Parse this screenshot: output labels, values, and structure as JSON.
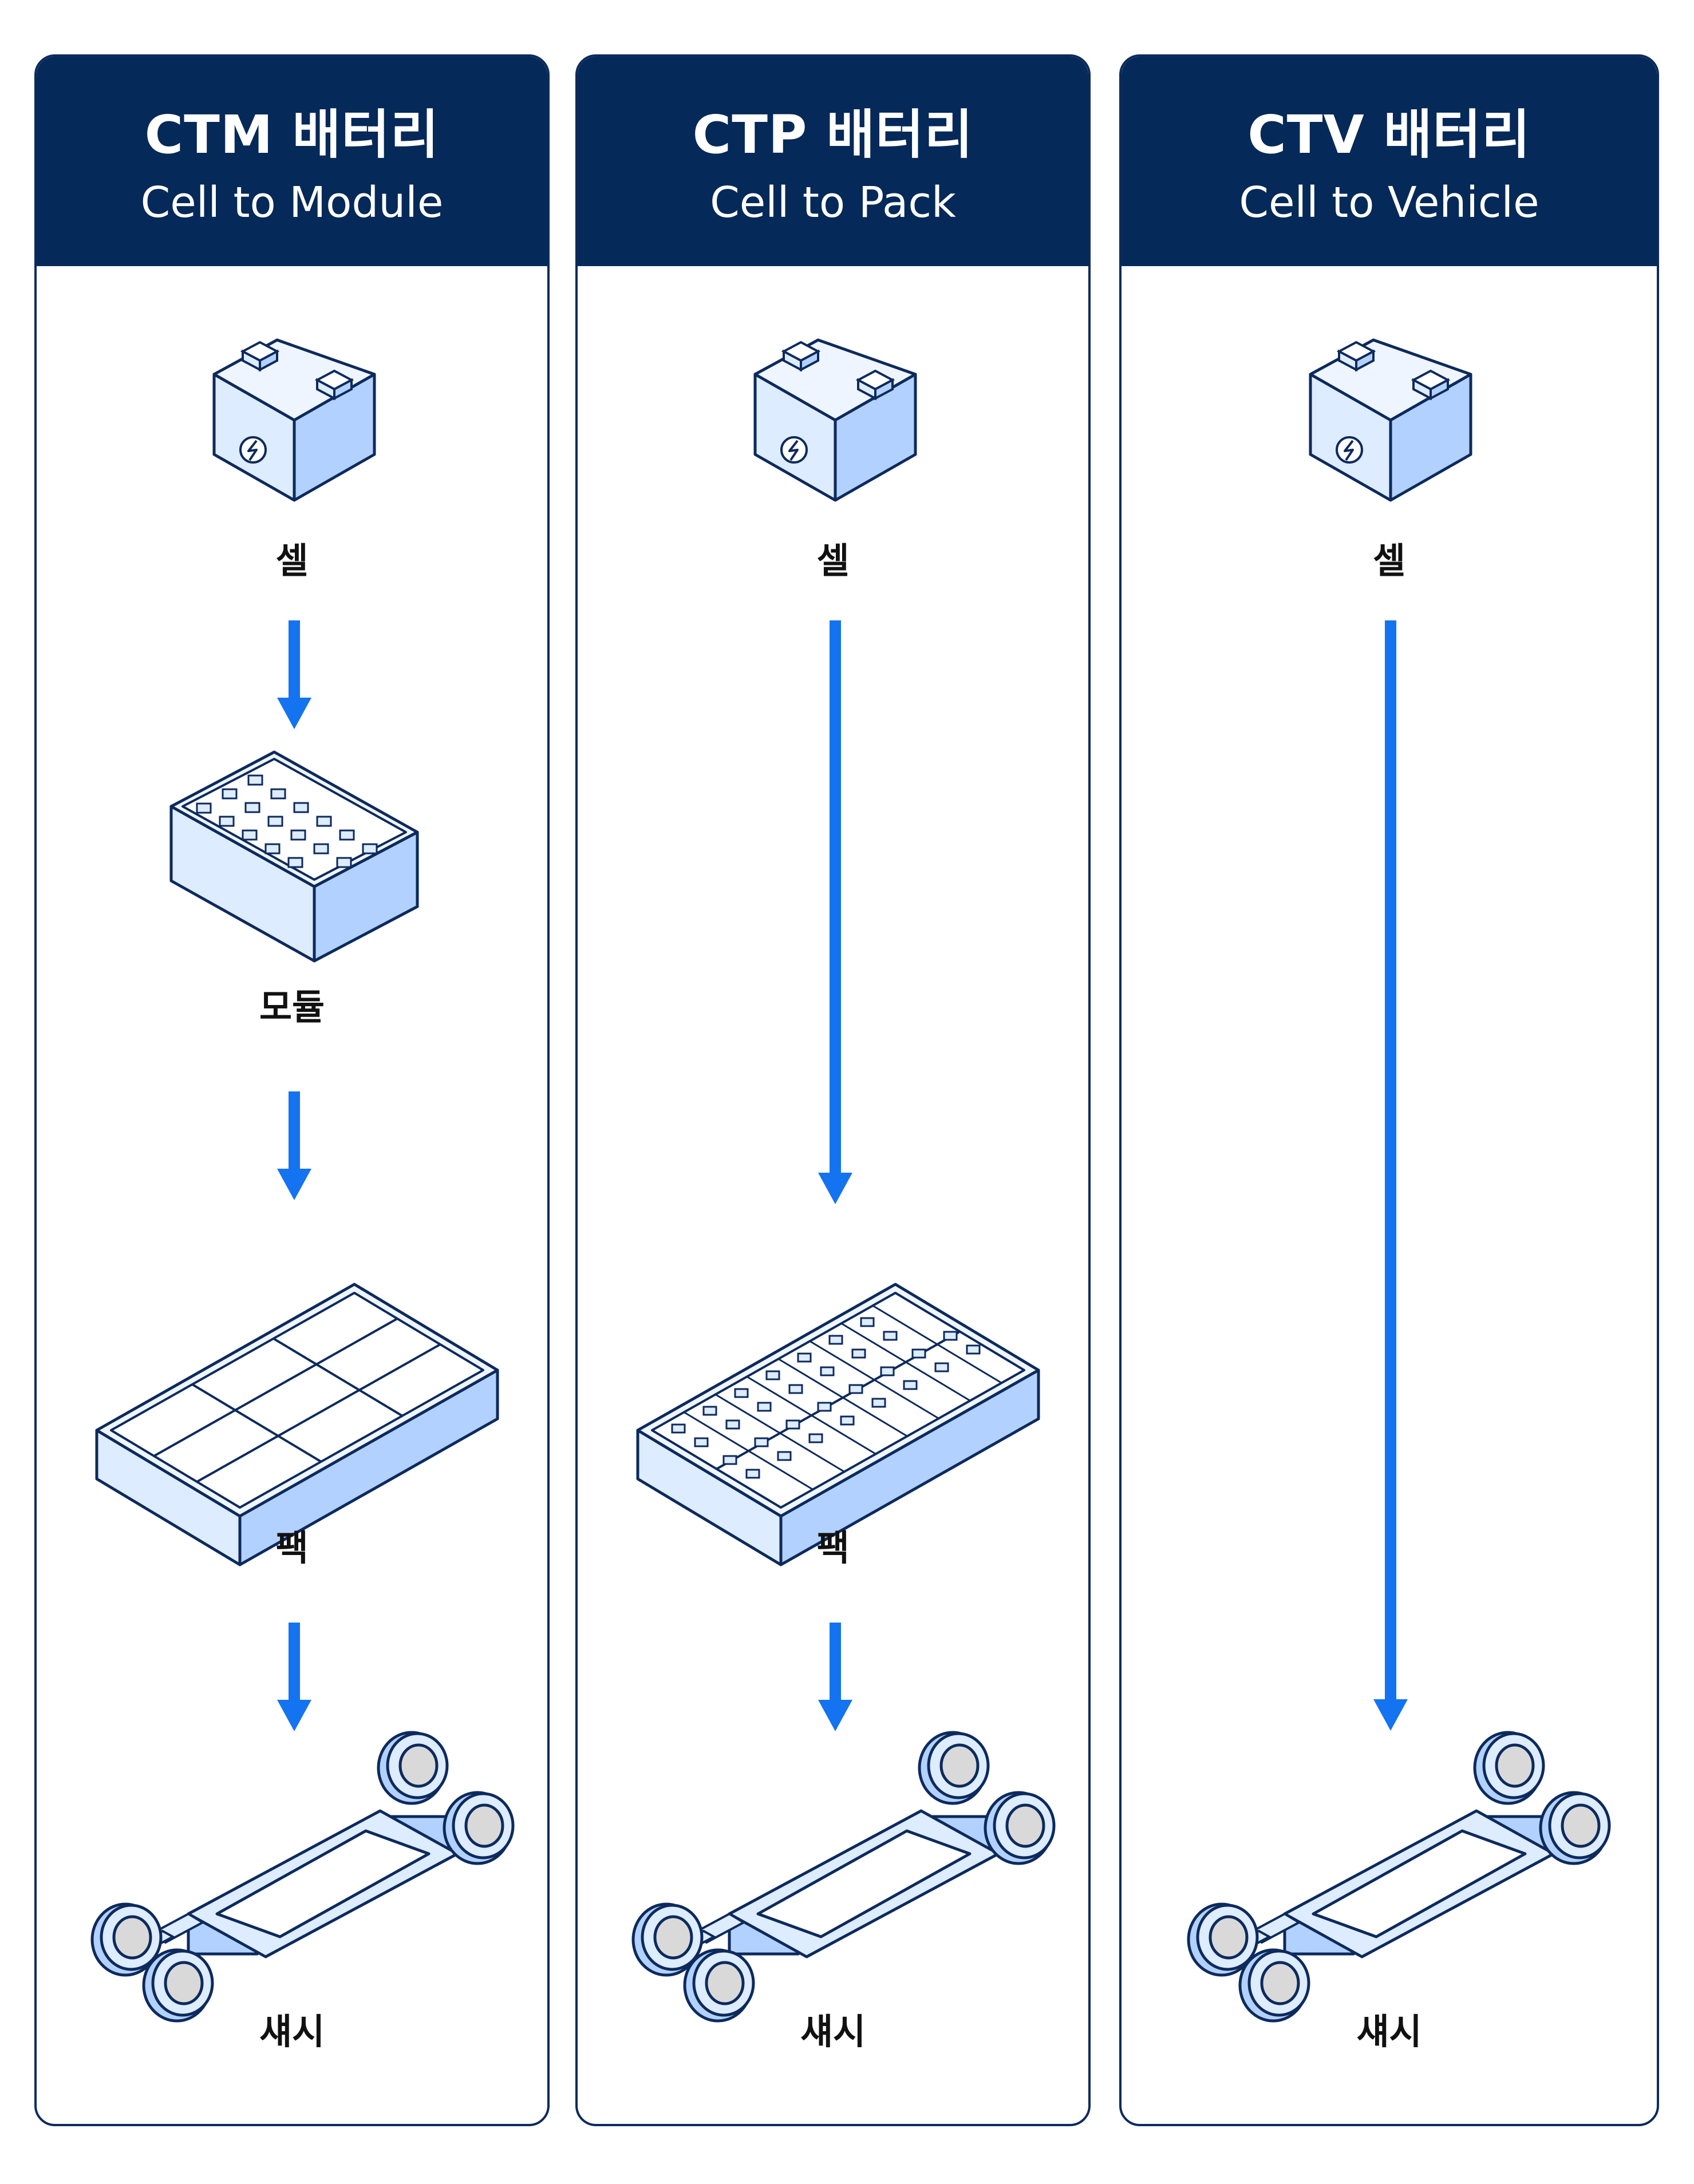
{
  "colors": {
    "header_bg": "#052958",
    "outline": "#0d2a5c",
    "arrow": "#1473f0",
    "fill_light": "#ddecff",
    "fill_mid": "#b3d1ff",
    "wheel_hub": "#d9d9d9"
  },
  "columns": [
    {
      "title": "CTM 배터리",
      "subtitle": "Cell to Module",
      "stages": {
        "cell": "셀",
        "module": "모듈",
        "pack": "팩",
        "chassis": "섀시"
      }
    },
    {
      "title": "CTP 배터리",
      "subtitle": "Cell to Pack",
      "stages": {
        "cell": "셀",
        "pack": "팩",
        "chassis": "섀시"
      }
    },
    {
      "title": "CTV 배터리",
      "subtitle": "Cell to Vehicle",
      "stages": {
        "cell": "셀",
        "chassis": "섀시"
      }
    }
  ],
  "icons": [
    "battery-cell-icon",
    "battery-module-icon",
    "battery-pack-icon",
    "vehicle-chassis-icon",
    "down-arrow-icon"
  ]
}
